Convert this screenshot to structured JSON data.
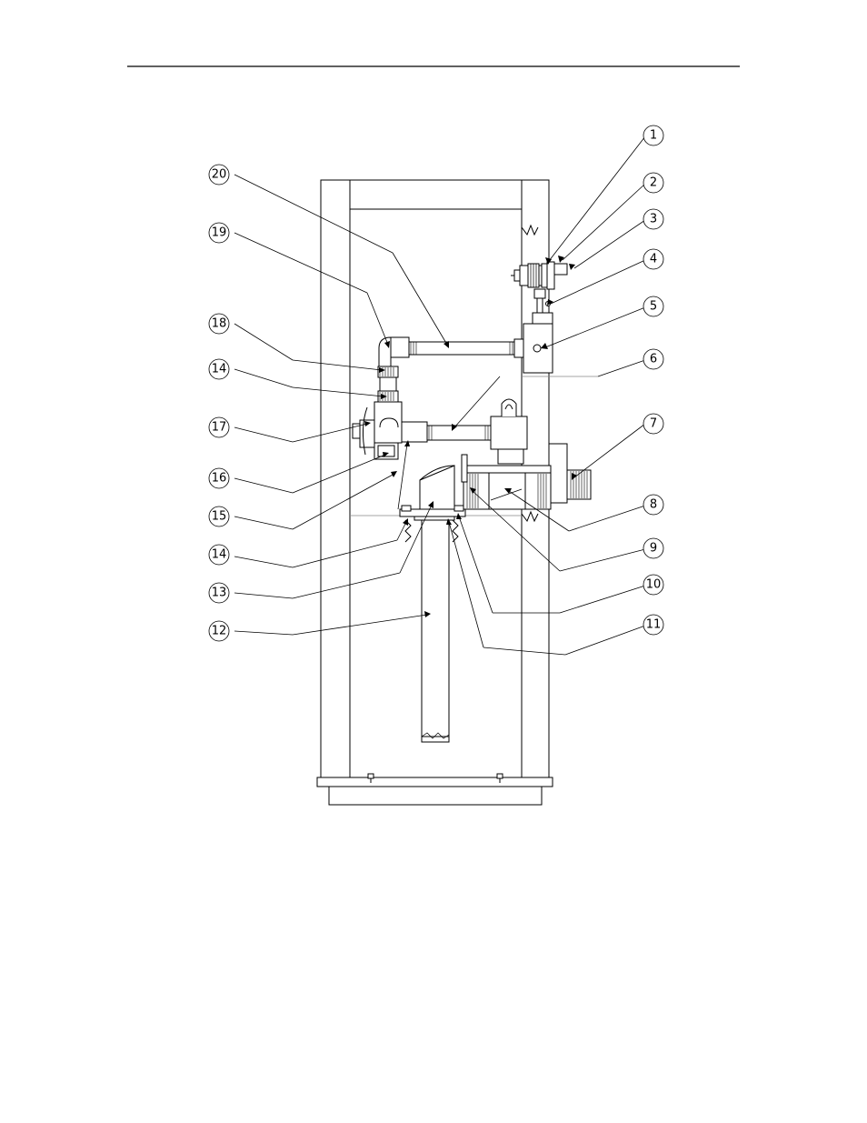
{
  "callouts": [
    {
      "id": "c1",
      "label": "1"
    },
    {
      "id": "c2",
      "label": "2"
    },
    {
      "id": "c3",
      "label": "3"
    },
    {
      "id": "c4",
      "label": "4"
    },
    {
      "id": "c5",
      "label": "5"
    },
    {
      "id": "c6",
      "label": "6"
    },
    {
      "id": "c7",
      "label": "7"
    },
    {
      "id": "c8",
      "label": "8"
    },
    {
      "id": "c9",
      "label": "9"
    },
    {
      "id": "c10",
      "label": "10"
    },
    {
      "id": "c11",
      "label": "11"
    },
    {
      "id": "c12",
      "label": "12"
    },
    {
      "id": "c13",
      "label": "13"
    },
    {
      "id": "c14a",
      "label": "14"
    },
    {
      "id": "c15",
      "label": "15"
    },
    {
      "id": "c16",
      "label": "16"
    },
    {
      "id": "c17",
      "label": "17"
    },
    {
      "id": "c14b",
      "label": "14"
    },
    {
      "id": "c18",
      "label": "18"
    },
    {
      "id": "c19",
      "label": "19"
    },
    {
      "id": "c20",
      "label": "20"
    }
  ]
}
